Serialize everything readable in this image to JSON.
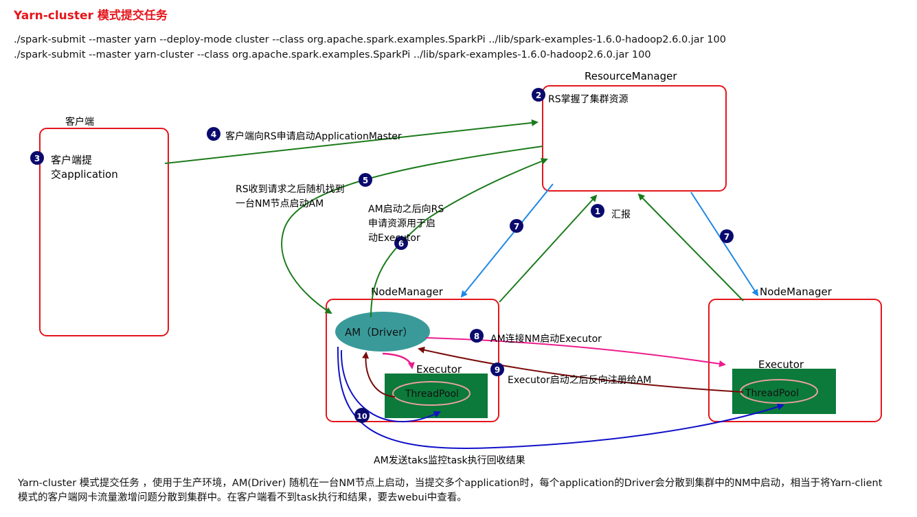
{
  "title": "Yarn-cluster 模式提交任务",
  "commands": [
    "./spark-submit --master yarn --deploy-mode cluster  --class org.apache.spark.examples.SparkPi ../lib/spark-examples-1.6.0-hadoop2.6.0.jar 100",
    "./spark-submit --master yarn-cluster --class org.apache.spark.examples.SparkPi ../lib/spark-examples-1.6.0-hadoop2.6.0.jar 100"
  ],
  "nodes": {
    "client_label": "客户端",
    "client_text_1": "客户端提",
    "client_text_2": "交application",
    "rm_label": "ResourceManager",
    "rm_text": "RS掌握了集群资源",
    "nm1_label": "NodeManager",
    "nm2_label": "NodeManager",
    "am_label": "AM（Driver）",
    "executor1_label": "Executor",
    "executor2_label": "Executor",
    "threadpool1_label": "ThreadPool",
    "threadpool2_label": "ThreadPool"
  },
  "steps": {
    "s1": "1",
    "s2": "2",
    "s3": "3",
    "s4": "4",
    "s5": "5",
    "s6": "6",
    "s7a": "7",
    "s7b": "7",
    "s8": "8",
    "s9": "9",
    "s10": "10"
  },
  "annotations": {
    "a4": "客户端向RS申请启动ApplicationMaster",
    "a5_1": "RS收到请求之后随机找到",
    "a5_2": "一台NM节点启动AM",
    "a6_1": "AM启动之后向RS",
    "a6_2": "申请资源用于启",
    "a6_3": "动Executor",
    "a1": "汇报",
    "a8": "AM连接NM启动Executor",
    "a9": "Executor启动之后反向注册给AM",
    "a10": "AM发送taks监控task执行回收结果"
  },
  "footer": "Yarn-cluster 模式提交任务 ，使用于生产环境，AM(Driver) 随机在一台NM节点上启动，当提交多个application时，每个application的Driver会分散到集群中的NM中启动，相当于将Yarn-client模式的客户端网卡流量激增问题分散到集群中。在客户端看不到task执行和结果，要去webui中查看。",
  "colors": {
    "title": "#e4151b",
    "box_border": "#e4151b",
    "green_arrow": "#1a7a1a",
    "blue_arrow": "#1e88e5",
    "pink_arrow": "#ec1c8c",
    "darkred_arrow": "#7a0a0a",
    "navy_arrow": "#1010c8",
    "am_fill": "#3a9a9a",
    "threadpool_fill": "#0b7a3a",
    "step_circle": "#0a0a6e"
  }
}
